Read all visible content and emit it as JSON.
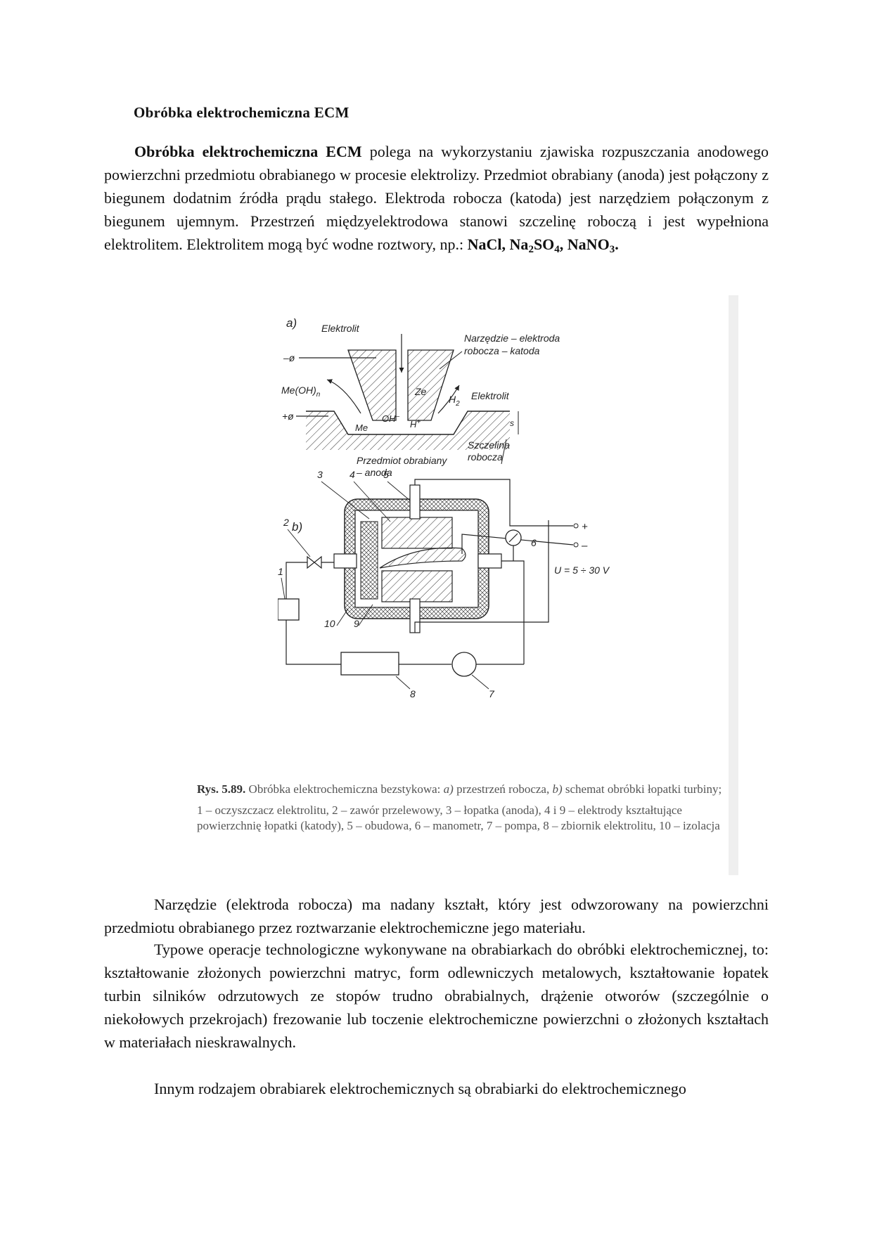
{
  "heading": "Obróbka elektrochemiczna ECM",
  "intro": {
    "bold_start": "Obróbka elektrochemiczna ECM",
    "text": " polega na wykorzystaniu zjawiska rozpuszczania anodowego powierzchni przedmiotu obrabianego w procesie elektrolizy. Przedmiot obrabiany (anoda) jest połączony z biegunem dodatnim źródła prądu stałego. Elektroda robocza (katoda) jest narzędziem połączonym  z biegunem ujemnym. Przestrzeń międzyelektrodowa stanowi szczelinę roboczą i jest wypełniona elektrolitem. Elektrolitem mogą być wodne roztwory, np.: ",
    "formulas": [
      "NaCl",
      "Na",
      "2",
      "SO",
      "4",
      "NaNO",
      "3"
    ],
    "sep": ", ",
    "end": "."
  },
  "figure_a": {
    "label": "a)",
    "elektrolit_top": "Elektrolit",
    "minus": "–ø",
    "tool_label_1": "Narzędzie – elektroda",
    "tool_label_2": "robocza – katoda",
    "meoh": "Me(OH)",
    "meoh_sub": "n",
    "ze": "Ze",
    "h2": "H",
    "h2_sub": "2",
    "elektrolit_right": "Elektrolit",
    "plus": "+ø",
    "oh": "OH",
    "oh_sup": "–",
    "hplus": "H",
    "hplus_sup": "+",
    "me": "Me",
    "s": "s",
    "gap_1": "Szczelina",
    "gap_2": "robocza",
    "workpiece_1": "Przedmiot obrabiany",
    "workpiece_2": "– anoda"
  },
  "figure_b": {
    "label": "b)",
    "n1": "1",
    "n2": "2",
    "n3": "3",
    "n4": "4",
    "n5": "5",
    "n6": "6",
    "n7": "7",
    "n8": "8",
    "n9": "9",
    "n10": "10",
    "plus": "+",
    "minus": "–",
    "voltage": "U = 5 ÷ 30 V"
  },
  "caption": {
    "number": "Rys. 5.89.",
    "title_a": " Obróbka elektrochemiczna bezstykowa: ",
    "a": "a)",
    "title_b": " przestrzeń robocza, ",
    "b": "b)",
    "title_c": " schemat obróbki łopatki turbiny;",
    "legend": "1 – oczyszczacz elektrolitu, 2 – zawór przelewowy, 3 – łopatka (anoda), 4 i 9 – elektrody kształtujące powierzchnię łopatki (katody), 5 – obudowa, 6 – manometr, 7 – pompa, 8 – zbiornik elektrolitu, 10 – izolacja"
  },
  "para2": "Narzędzie (elektroda robocza) ma nadany kształt, który jest odwzorowany na powierzchni przedmiotu obrabianego przez roztwarzanie elektrochemiczne jego materiału.",
  "para3": "Typowe operacje technologiczne wykonywane na obrabiarkach do obróbki elektrochemicznej, to: kształtowanie złożonych powierzchni matryc, form odlewniczych metalowych, kształtowanie łopatek turbin silników odrzutowych ze stopów trudno obrabialnych, drążenie otworów (szczególnie o niekołowych przekrojach) frezowanie lub toczenie elektrochemiczne powierzchni o złożonych kształtach w materiałach nieskrawalnych.",
  "para4": "Innym rodzajem obrabiarek elektrochemicznych są obrabiarki do elektrochemicznego"
}
